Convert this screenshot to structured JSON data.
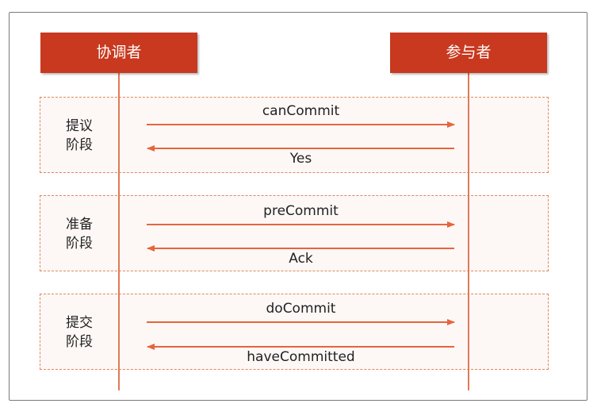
{
  "participants": {
    "coordinator": "协调者",
    "participant": "参与者"
  },
  "phases": [
    {
      "label_line1": "提议",
      "label_line2": "阶段",
      "request": "canCommit",
      "response": "Yes"
    },
    {
      "label_line1": "准备",
      "label_line2": "阶段",
      "request": "preCommit",
      "response": "Ack"
    },
    {
      "label_line1": "提交",
      "label_line2": "阶段",
      "request": "doCommit",
      "response": "haveCommitted"
    }
  ],
  "colors": {
    "header_fill": "#c8391f",
    "arrow": "#e8643c",
    "lifeline": "#e07a55",
    "phase_border": "#e3865a"
  }
}
